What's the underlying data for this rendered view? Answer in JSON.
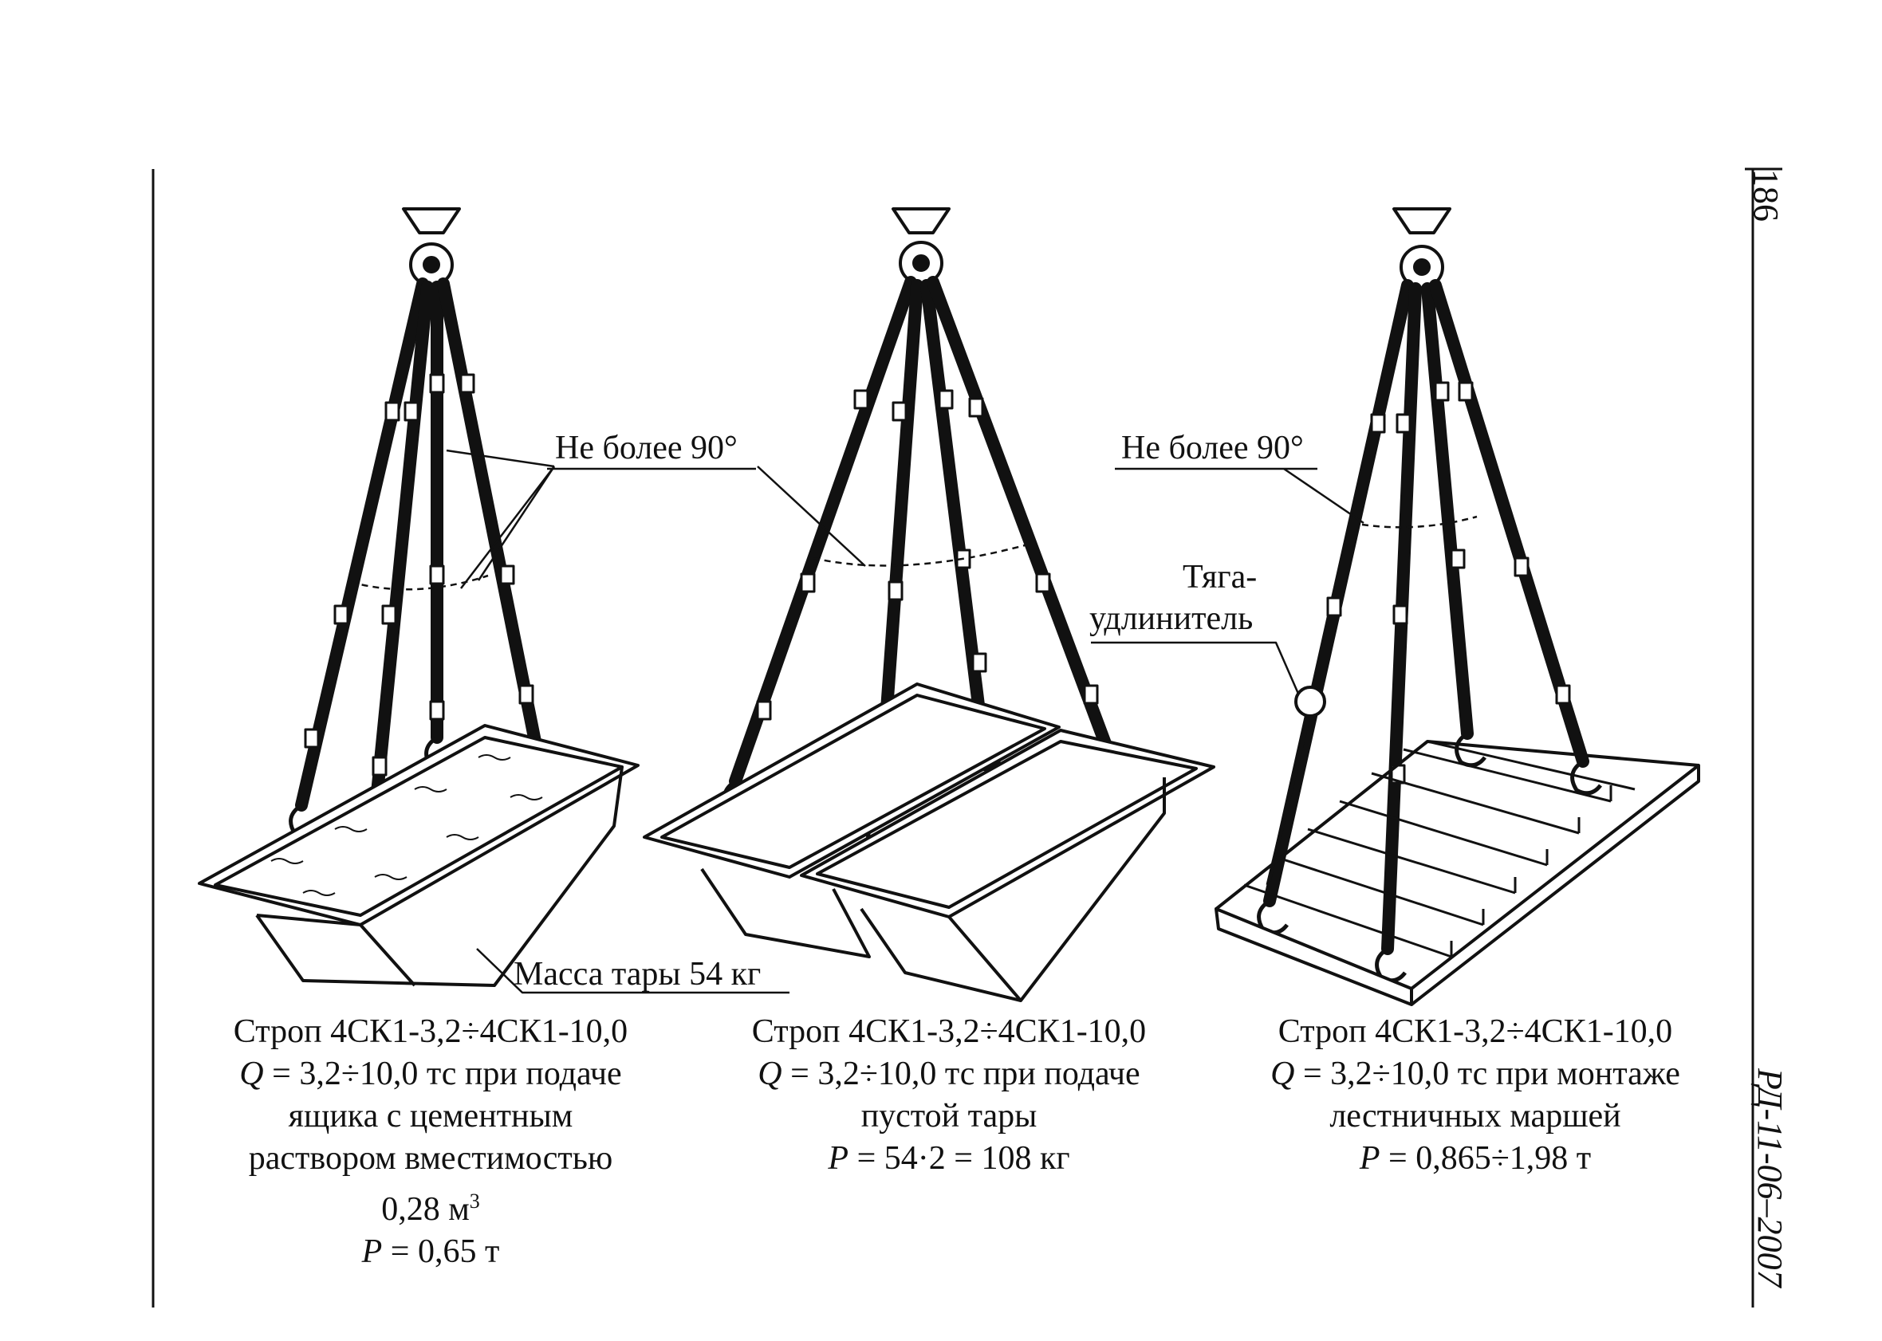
{
  "page_number": "186",
  "document_code": "РД-11-06–2007",
  "labels": {
    "angle_left": "Не более 90°",
    "angle_right": "Не более 90°",
    "extender_line1": "Тяга-",
    "extender_line2": "удлинитель",
    "tare_mass": "Масса тары 54 кг"
  },
  "captions": [
    {
      "line1": "Строп 4СК1-3,2÷4СК1-10,0",
      "line2_symbol": "Q",
      "line2_text": " = 3,2÷10,0 тс при подаче",
      "line3": "ящика с цементным",
      "line4": "раствором вместимостью",
      "line5_text": "0,28 м",
      "line5_sup": "3",
      "line6_symbol": "P",
      "line6_text": " = 0,65 т"
    },
    {
      "line1": "Строп 4СК1-3,2÷4СК1-10,0",
      "line2_symbol": "Q",
      "line2_text": " = 3,2÷10,0 тс при подаче",
      "line3": "пустой тары",
      "line4_symbol": "P",
      "line4_text": " = 54·2 = 108 кг"
    },
    {
      "line1": "Строп 4СК1-3,2÷4СК1-10,0",
      "line2_symbol": "Q",
      "line2_text": " = 3,2÷10,0 тс при монтаже",
      "line3": "лестничных маршей",
      "line4_symbol": "P",
      "line4_text": " = 0,865÷1,98 т"
    }
  ]
}
